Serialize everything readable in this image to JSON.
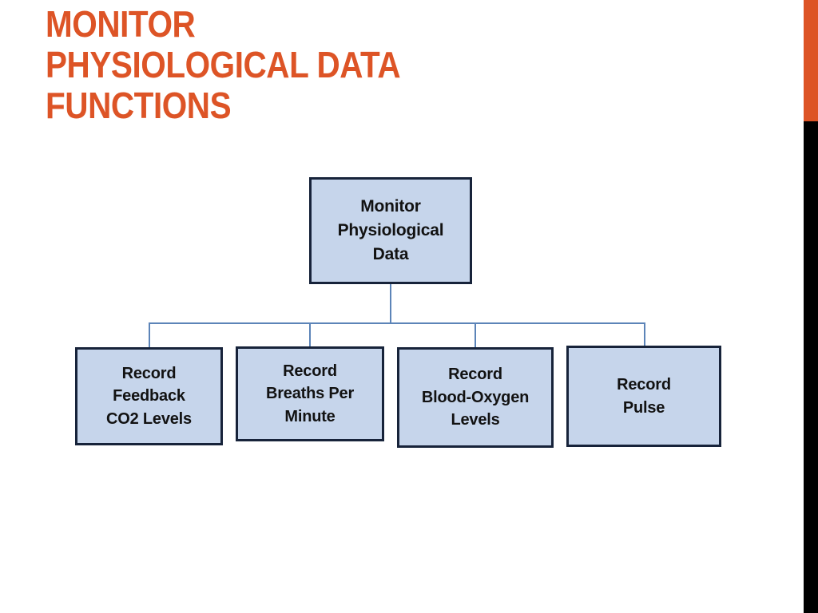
{
  "slide": {
    "title": "Monitor\nPhysiological Data\nFunctions",
    "background_color": "#FFFFFF",
    "accent_color": "#DD5426",
    "secondary_accent_color": "#000000"
  },
  "edge_bars": {
    "orange_label": "orange-accent-bar",
    "black_label": "black-accent-bar"
  },
  "diagram": {
    "type": "org-chart",
    "node_fill_color": "#C6D5EB",
    "node_border_color": "#17233A",
    "connector_color": "#5C84B8",
    "root": {
      "label": "Monitor\nPhysiological\nData"
    },
    "children": [
      {
        "label": "Record\nFeedback\nCO2 Levels"
      },
      {
        "label": "Record\nBreaths Per\nMinute"
      },
      {
        "label": "Record\nBlood-Oxygen\nLevels"
      },
      {
        "label": "Record\nPulse"
      }
    ]
  }
}
